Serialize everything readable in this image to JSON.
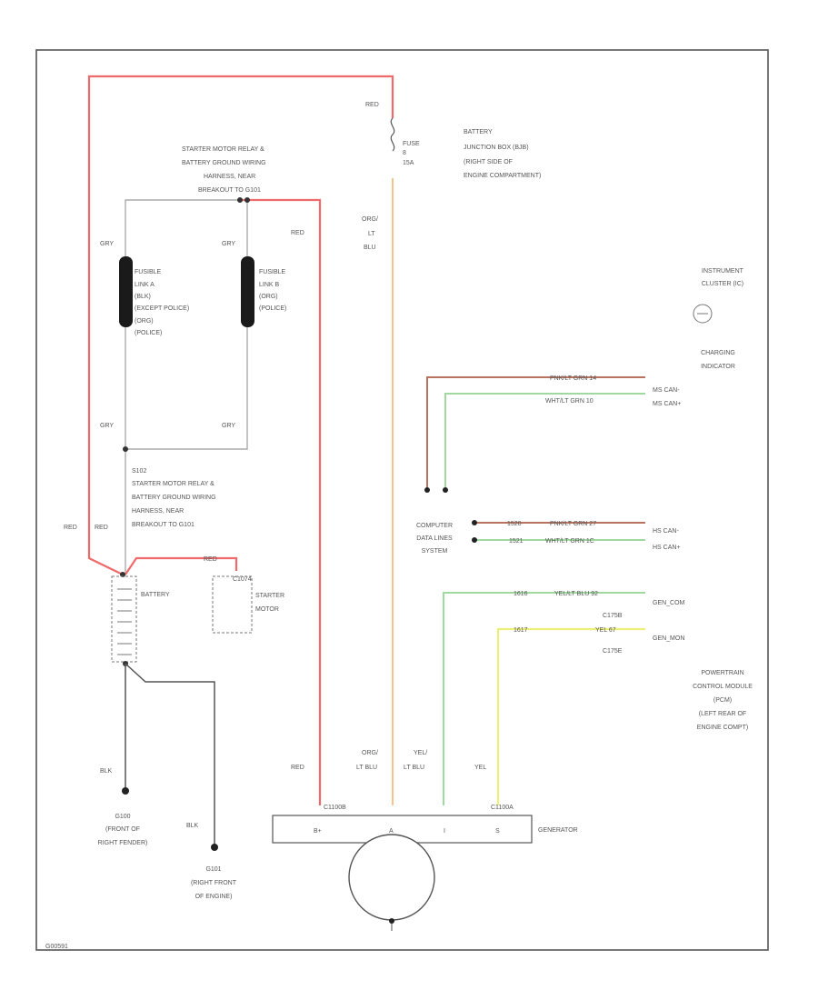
{
  "colors": {
    "red_wire": "#ef6b6b",
    "orange_wire": "#f6c48e",
    "green_wire": "#9fd99f",
    "yellow_wire": "#eeee7a",
    "brown_wire": "#b8735f",
    "gray_wire": "#aaaaaa",
    "black_wire": "#333333"
  },
  "wire_labels": {
    "red_top": "RED",
    "red_relay": "RED",
    "red_left": "RED",
    "red_battery": "RED",
    "red_battery_top": "RED",
    "red_gen": "RED",
    "gry_1": "GRY",
    "gry_2": "GRY",
    "gry_3": "GRY",
    "gry_4": "GRY",
    "org_ltblu_1": [
      "ORG/",
      "LT",
      "BLU"
    ],
    "org_ltblu_2": [
      "ORG/",
      "LT BLU"
    ],
    "yel_ltblu": [
      "YEL/",
      "LT BLU"
    ],
    "yel": "YEL",
    "blk_1": "BLK",
    "blk_2": "BLK"
  },
  "fuse": [
    "FUSE",
    "8",
    "15A"
  ],
  "bjb": [
    "BATTERY",
    "JUNCTION BOX (BJB)",
    "(RIGHT SIDE OF",
    "ENGINE COMPARTMENT)"
  ],
  "splice_relay": [
    "STARTER MOTOR RELAY &",
    "BATTERY GROUND WIRING",
    "HARNESS, NEAR",
    "BREAKOUT TO G101"
  ],
  "fusible_a": [
    "FUSIBLE",
    "LINK A",
    "(BLK)",
    "(EXCEPT POLICE)",
    "(ORG)",
    "(POLICE)"
  ],
  "fusible_b": [
    "FUSIBLE",
    "LINK B",
    "(ORG)",
    "(POLICE)"
  ],
  "s102": [
    "S102",
    "STARTER MOTOR RELAY &",
    "BATTERY GROUND WIRING",
    "HARNESS, NEAR",
    "BREAKOUT TO G101"
  ],
  "instrument_cluster": [
    "INSTRUMENT",
    "CLUSTER (IC)"
  ],
  "charging_indicator": [
    "CHARGING",
    "INDICATOR"
  ],
  "ms_can_top": [
    {
      "wire": "PNK/LT GRN  14",
      "sig": "MS CAN-"
    },
    {
      "wire": "WHT/LT GRN  10",
      "sig": "MS CAN+"
    }
  ],
  "ms_can_bottom": [
    {
      "ckt": "1520",
      "wire": "PNK/LT GRN  27",
      "sig": "HS CAN-"
    },
    {
      "ckt": "1521",
      "wire": "WHT/LT GRN  1C",
      "sig": "HS CAN+"
    }
  ],
  "computer_data": [
    "COMPUTER",
    "DATA LINES",
    "SYSTEM"
  ],
  "battery": "BATTERY",
  "starter": [
    "STARTER",
    "MOTOR"
  ],
  "starter_ckt": "C1074",
  "starter_wire": "RED",
  "gen_com": {
    "ckt": "1616",
    "wire": "YEL/LT BLU  92",
    "sig": "GEN_COM",
    "conn": "C175B"
  },
  "gen_mon": {
    "ckt": "1617",
    "wire": "YEL  67",
    "sig": "GEN_MON",
    "conn": "C175E"
  },
  "pcm": [
    "POWERTRAIN",
    "CONTROL MODULE",
    "(PCM)",
    "(LEFT REAR OF",
    "ENGINE COMPT)"
  ],
  "gen_pins": [
    "B+",
    "A",
    "I",
    "S"
  ],
  "gen_conn": [
    "C1100B",
    "C1100A"
  ],
  "generator": "GENERATOR",
  "g100": [
    "G100",
    "(FRONT OF",
    "RIGHT FENDER)"
  ],
  "g101": [
    "G101",
    "(RIGHT FRONT",
    "OF ENGINE)"
  ],
  "figure_id": "G00591"
}
